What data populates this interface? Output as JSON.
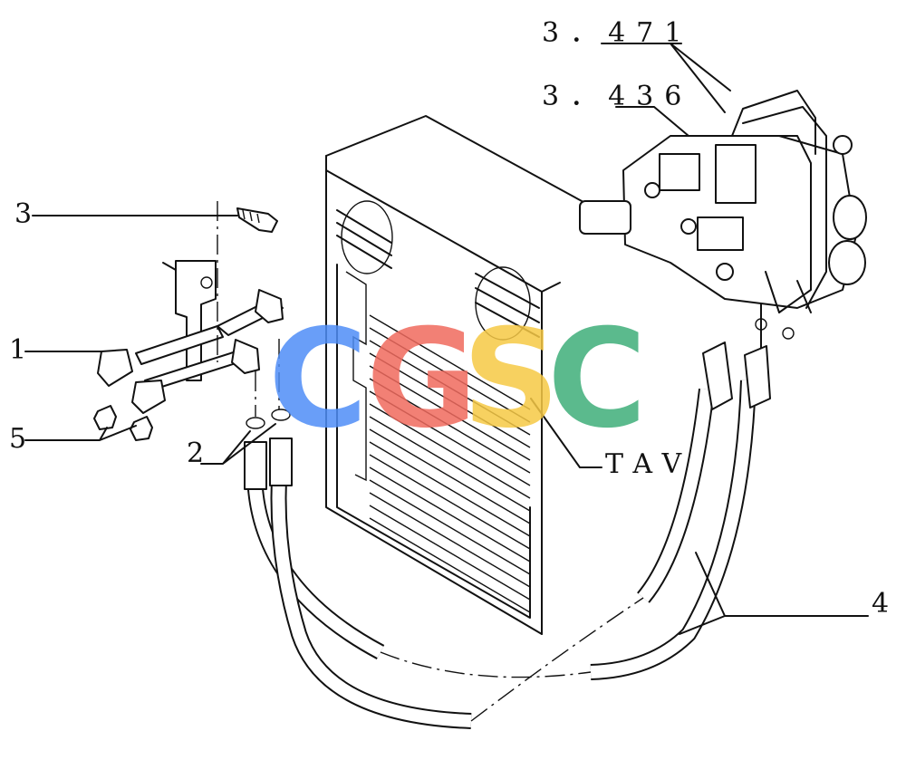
{
  "callouts": {
    "ref_471": "3．471",
    "ref_436": "3．436",
    "item_3": "3",
    "item_1": "1",
    "item_5": "5",
    "item_2": "2",
    "item_4": "4",
    "tav": "TAV"
  },
  "watermark": {
    "letters": [
      "C",
      "G",
      "S",
      "C"
    ],
    "colors": [
      "#4f8ef7",
      "#f06a5e",
      "#f6c945",
      "#3fae7a"
    ]
  }
}
